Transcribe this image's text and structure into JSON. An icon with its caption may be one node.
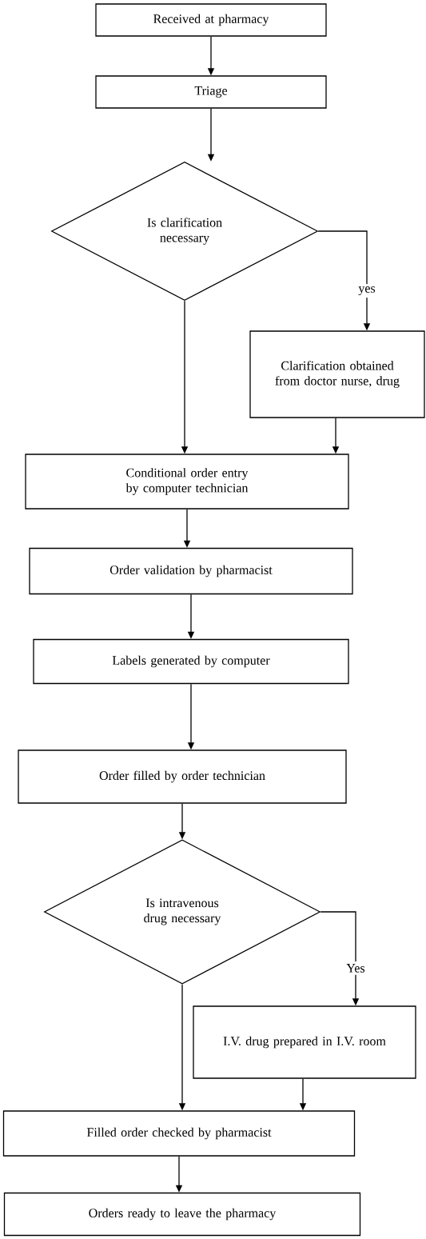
{
  "diagram": {
    "nodes": [
      {
        "text": [
          "Received at pharmacy"
        ]
      },
      {
        "text": [
          "Triage"
        ]
      },
      {
        "text": [
          "Is clarification necessary"
        ]
      },
      {
        "text": [
          "Clarification obtained from doctor nurse, drug"
        ]
      },
      {
        "text": [
          "Conditional order entry by computer technician"
        ]
      },
      {
        "text": [
          "Order validation by pharmacist"
        ]
      },
      {
        "text": [
          "Labels generated by computer"
        ]
      },
      {
        "text": [
          "Order filled by order technician"
        ]
      },
      {
        "text": [
          "Is intravenous drug necessary"
        ]
      },
      {
        "text": [
          "I.V. drug prepared in I.V. room"
        ]
      },
      {
        "text": [
          "Filled order checked by pharmacist"
        ]
      },
      {
        "text": [
          "Orders ready to leave the pharmacy"
        ]
      }
    ],
    "edges": [
      {
        "from": 0,
        "to": 1,
        "arrow": "to"
      },
      {
        "from": 1,
        "to": 2,
        "arrow": "to"
      },
      {
        "from": 2,
        "to": 3,
        "arrow": "to",
        "label": "yes"
      },
      {
        "from": 2,
        "to": 4,
        "arrow": "to"
      },
      {
        "from": 3,
        "to": 4,
        "arrow": "to"
      },
      {
        "from": 4,
        "to": 5,
        "arrow": "to"
      },
      {
        "from": 5,
        "to": 6,
        "arrow": "to"
      },
      {
        "from": 6,
        "to": 7,
        "arrow": "to"
      },
      {
        "from": 7,
        "to": 8,
        "arrow": "to"
      },
      {
        "from": 8,
        "to": 9,
        "arrow": "to",
        "label": "Yes"
      },
      {
        "from": 8,
        "to": 10,
        "arrow": "to"
      },
      {
        "from": 9,
        "to": 10,
        "arrow": "to"
      },
      {
        "from": 10,
        "to": 11,
        "arrow": "to"
      }
    ]
  }
}
